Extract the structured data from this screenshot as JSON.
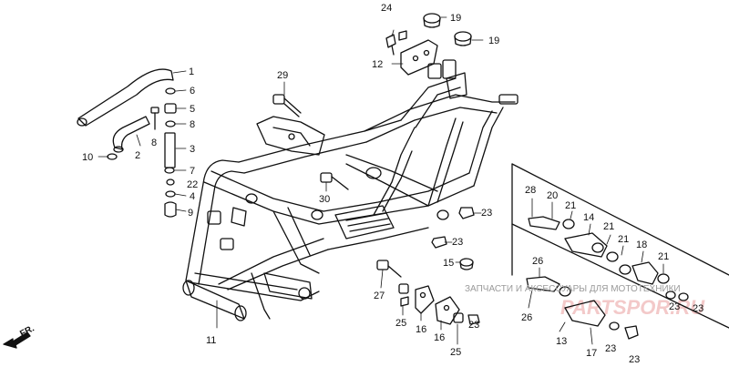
{
  "callouts": [
    {
      "id": "c1",
      "text": "1"
    },
    {
      "id": "c6",
      "text": "6"
    },
    {
      "id": "c5",
      "text": "5"
    },
    {
      "id": "c8a",
      "text": "8"
    },
    {
      "id": "c8b",
      "text": "8"
    },
    {
      "id": "c3",
      "text": "3"
    },
    {
      "id": "c2",
      "text": "2"
    },
    {
      "id": "c10",
      "text": "10"
    },
    {
      "id": "c7",
      "text": "7"
    },
    {
      "id": "c22",
      "text": "22"
    },
    {
      "id": "c4",
      "text": "4"
    },
    {
      "id": "c9",
      "text": "9"
    },
    {
      "id": "c24",
      "text": "24"
    },
    {
      "id": "c19a",
      "text": "19"
    },
    {
      "id": "c19b",
      "text": "19"
    },
    {
      "id": "c12",
      "text": "12"
    },
    {
      "id": "c29",
      "text": "29"
    },
    {
      "id": "c30",
      "text": "30"
    },
    {
      "id": "c23a",
      "text": "23"
    },
    {
      "id": "c23b",
      "text": "23"
    },
    {
      "id": "c15",
      "text": "15"
    },
    {
      "id": "c27",
      "text": "27"
    },
    {
      "id": "c25a",
      "text": "25"
    },
    {
      "id": "c16a",
      "text": "16"
    },
    {
      "id": "c16b",
      "text": "16"
    },
    {
      "id": "c25b",
      "text": "25"
    },
    {
      "id": "c23c",
      "text": "23"
    },
    {
      "id": "c11",
      "text": "11"
    },
    {
      "id": "c28",
      "text": "28"
    },
    {
      "id": "c20",
      "text": "20"
    },
    {
      "id": "c21a",
      "text": "21"
    },
    {
      "id": "c14",
      "text": "14"
    },
    {
      "id": "c21b",
      "text": "21"
    },
    {
      "id": "c21c",
      "text": "21"
    },
    {
      "id": "c18",
      "text": "18"
    },
    {
      "id": "c21d",
      "text": "21"
    },
    {
      "id": "c26a",
      "text": "26"
    },
    {
      "id": "c26b",
      "text": "26"
    },
    {
      "id": "c13",
      "text": "13"
    },
    {
      "id": "c17",
      "text": "17"
    },
    {
      "id": "c23d",
      "text": "23"
    },
    {
      "id": "c23e",
      "text": "23"
    },
    {
      "id": "c23f",
      "text": "23"
    },
    {
      "id": "c23g",
      "text": "23"
    }
  ],
  "direction_label": "FR.",
  "watermark": {
    "text": "ЗАПЧАСТИ И АКСЕССУАРЫ ДЛЯ МОТОТЕХНИКИ",
    "logo": "PARTSPOR.RU"
  }
}
